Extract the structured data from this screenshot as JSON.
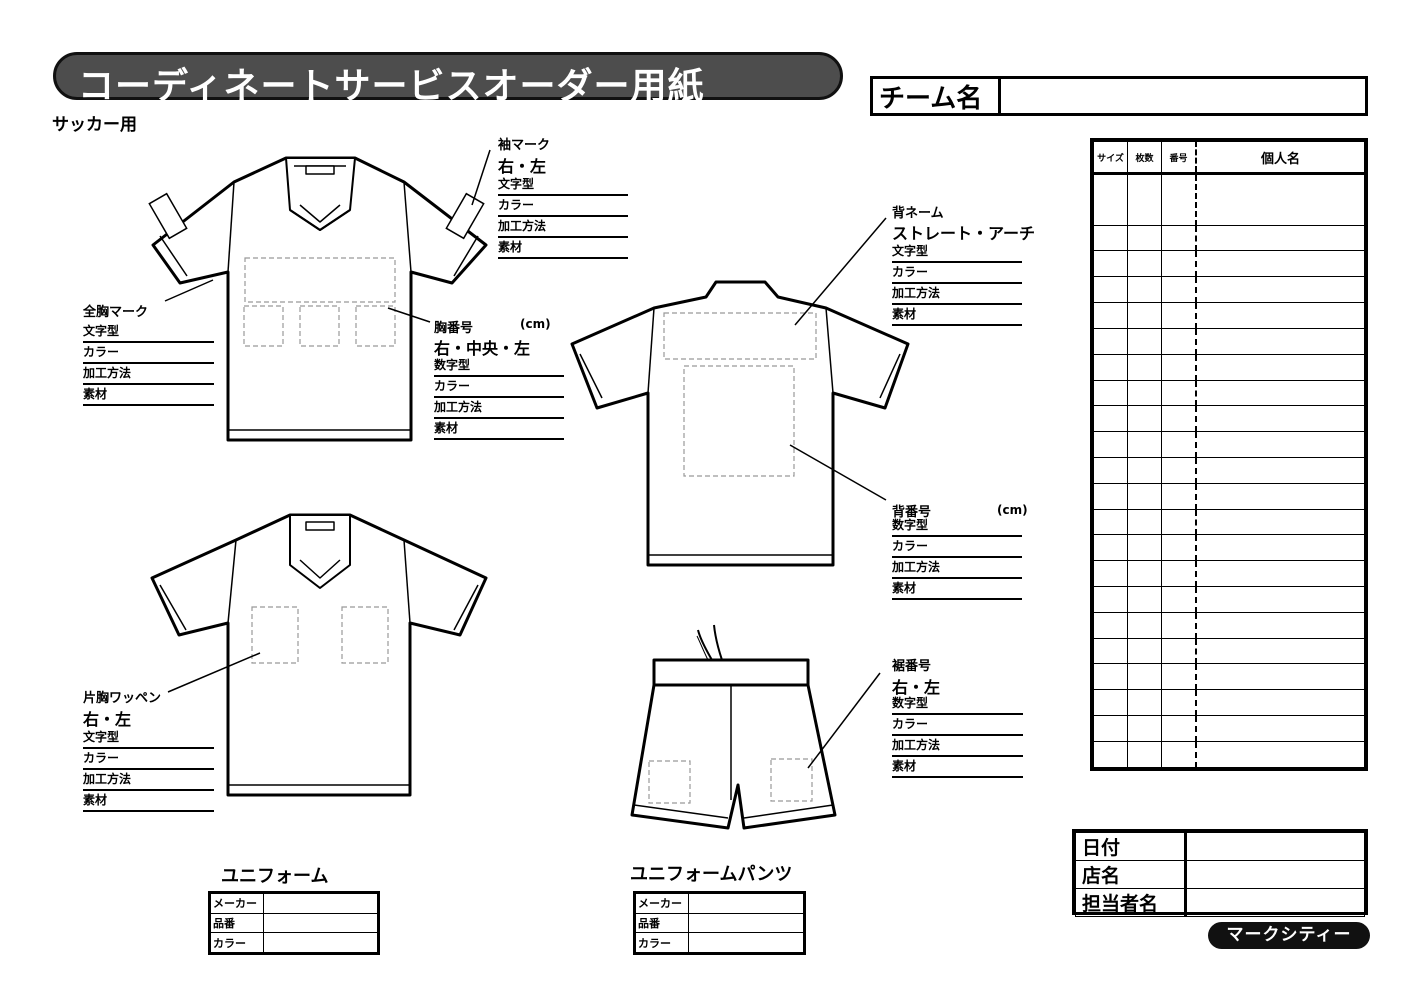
{
  "title": "コーディネートサービスオーダー用紙",
  "subtitle": "サッカー用",
  "team": {
    "label": "チーム名",
    "value": ""
  },
  "front_shirt": {
    "sleeve_mark": {
      "title": "袖マーク",
      "choice": "右・左",
      "fields": [
        "文字型",
        "カラー",
        "加工方法",
        "素材"
      ]
    },
    "chest_mark": {
      "title": "全胸マーク",
      "fields": [
        "文字型",
        "カラー",
        "加工方法",
        "素材"
      ]
    },
    "chest_number": {
      "title": "胸番号",
      "unit": "(cm)",
      "choice": "右・中央・左",
      "fields": [
        "数字型",
        "カラー",
        "加工方法",
        "素材"
      ]
    }
  },
  "back_shirt": {
    "back_name": {
      "title": "背ネーム",
      "choice": "ストレート・アーチ",
      "fields": [
        "文字型",
        "カラー",
        "加工方法",
        "素材"
      ]
    },
    "back_number": {
      "title": "背番号",
      "unit": "(cm)",
      "fields": [
        "数字型",
        "カラー",
        "加工方法",
        "素材"
      ]
    }
  },
  "second_shirt": {
    "patch": {
      "title": "片胸ワッペン",
      "choice": "右・左",
      "fields": [
        "文字型",
        "カラー",
        "加工方法",
        "素材"
      ]
    }
  },
  "shorts": {
    "number": {
      "title": "裾番号",
      "choice": "右・左",
      "fields": [
        "数字型",
        "カラー",
        "加工方法",
        "素材"
      ]
    }
  },
  "roster": {
    "headers": [
      "サイズ",
      "枚数",
      "番号",
      "個人名"
    ],
    "row_count": 22
  },
  "info": {
    "rows": [
      "日付",
      "店名",
      "担当者名"
    ]
  },
  "uniform_spec": {
    "title": "ユニフォーム",
    "rows": [
      "メーカー",
      "品番",
      "カラー"
    ]
  },
  "pants_spec": {
    "title": "ユニフォームパンツ",
    "rows": [
      "メーカー",
      "品番",
      "カラー"
    ]
  },
  "logo": "マークシティー"
}
